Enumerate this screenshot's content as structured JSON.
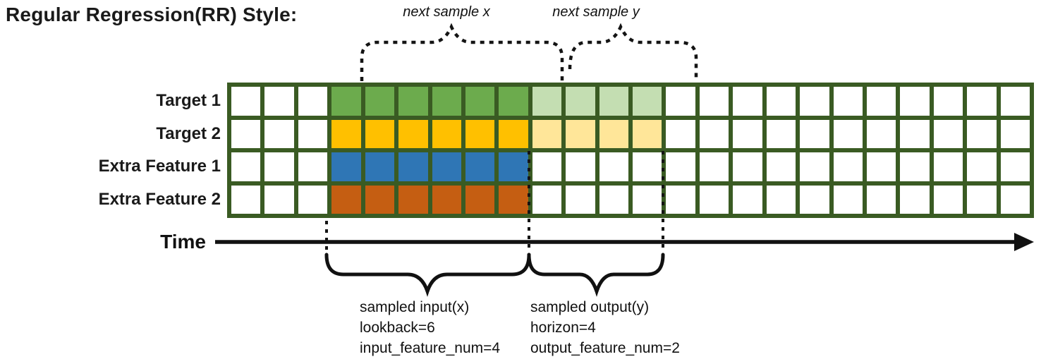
{
  "title": "Regular Regression(RR) Style:",
  "annotations": {
    "next_sample_x": "next sample x",
    "next_sample_y": "next sample y",
    "time_label": "Time"
  },
  "labels": {
    "input_block": [
      "sampled input(x)",
      "lookback=6",
      "input_feature_num=4"
    ],
    "output_block": [
      "sampled output(y)",
      "horizon=4",
      "output_feature_num=2"
    ]
  },
  "grid": {
    "num_cols": 24,
    "num_rows": 4,
    "line_color": "#3A5B23",
    "rows": [
      {
        "label": "Target 1",
        "segments": [
          {
            "role": "input",
            "start": 3,
            "end": 9,
            "color": "#6CAB4D"
          },
          {
            "role": "output",
            "start": 9,
            "end": 13,
            "color": "#C4DEB2"
          }
        ]
      },
      {
        "label": "Target 2",
        "segments": [
          {
            "role": "input",
            "start": 3,
            "end": 9,
            "color": "#FFC000"
          },
          {
            "role": "output",
            "start": 9,
            "end": 13,
            "color": "#FFE699"
          }
        ]
      },
      {
        "label": "Extra Feature 1",
        "segments": [
          {
            "role": "input",
            "start": 3,
            "end": 9,
            "color": "#2F76B5"
          }
        ]
      },
      {
        "label": "Extra Feature 2",
        "segments": [
          {
            "role": "input",
            "start": 3,
            "end": 9,
            "color": "#C55E12"
          }
        ]
      }
    ]
  }
}
